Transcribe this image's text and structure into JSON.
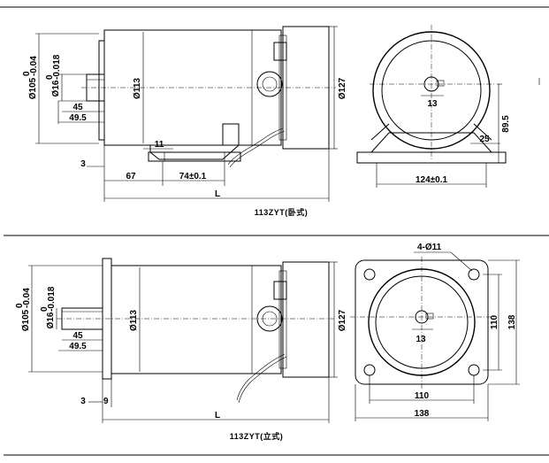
{
  "top_view": {
    "dims": {
      "shaft_dia": "Ø105",
      "shaft_dia_tol_upper": "0",
      "shaft_dia_tol_lower": "-0.04",
      "key_dia": "Ø16",
      "key_dia_tol_upper": "0",
      "key_dia_tol_lower": "-0.018",
      "body_dia": "Ø113",
      "end_dia": "Ø127",
      "len_45": "45",
      "len_49_5": "49.5",
      "foot_11": "11",
      "len_3": "3",
      "len_67": "67",
      "foot_74": "74±0.1",
      "len_L": "L",
      "front_13": "13",
      "height_89_5": "89.5",
      "foot_25": "25",
      "width_124": "124±0.1"
    },
    "caption": "113ZYT(卧式)"
  },
  "bottom_view": {
    "dims": {
      "shaft_dia": "Ø105",
      "shaft_dia_tol_upper": "0",
      "shaft_dia_tol_lower": "-0.04",
      "key_dia": "Ø16",
      "key_dia_tol_upper": "0",
      "key_dia_tol_lower": "-0.018",
      "body_dia": "Ø113",
      "end_dia": "Ø127",
      "len_45": "45",
      "len_49_5": "49.5",
      "len_3": "3",
      "len_9": "9",
      "len_L": "L",
      "holes": "4-Ø11",
      "front_13": "13",
      "height_110": "110",
      "height_138": "138",
      "width_110": "110",
      "width_138": "138"
    },
    "caption": "113ZYT(立式)"
  }
}
